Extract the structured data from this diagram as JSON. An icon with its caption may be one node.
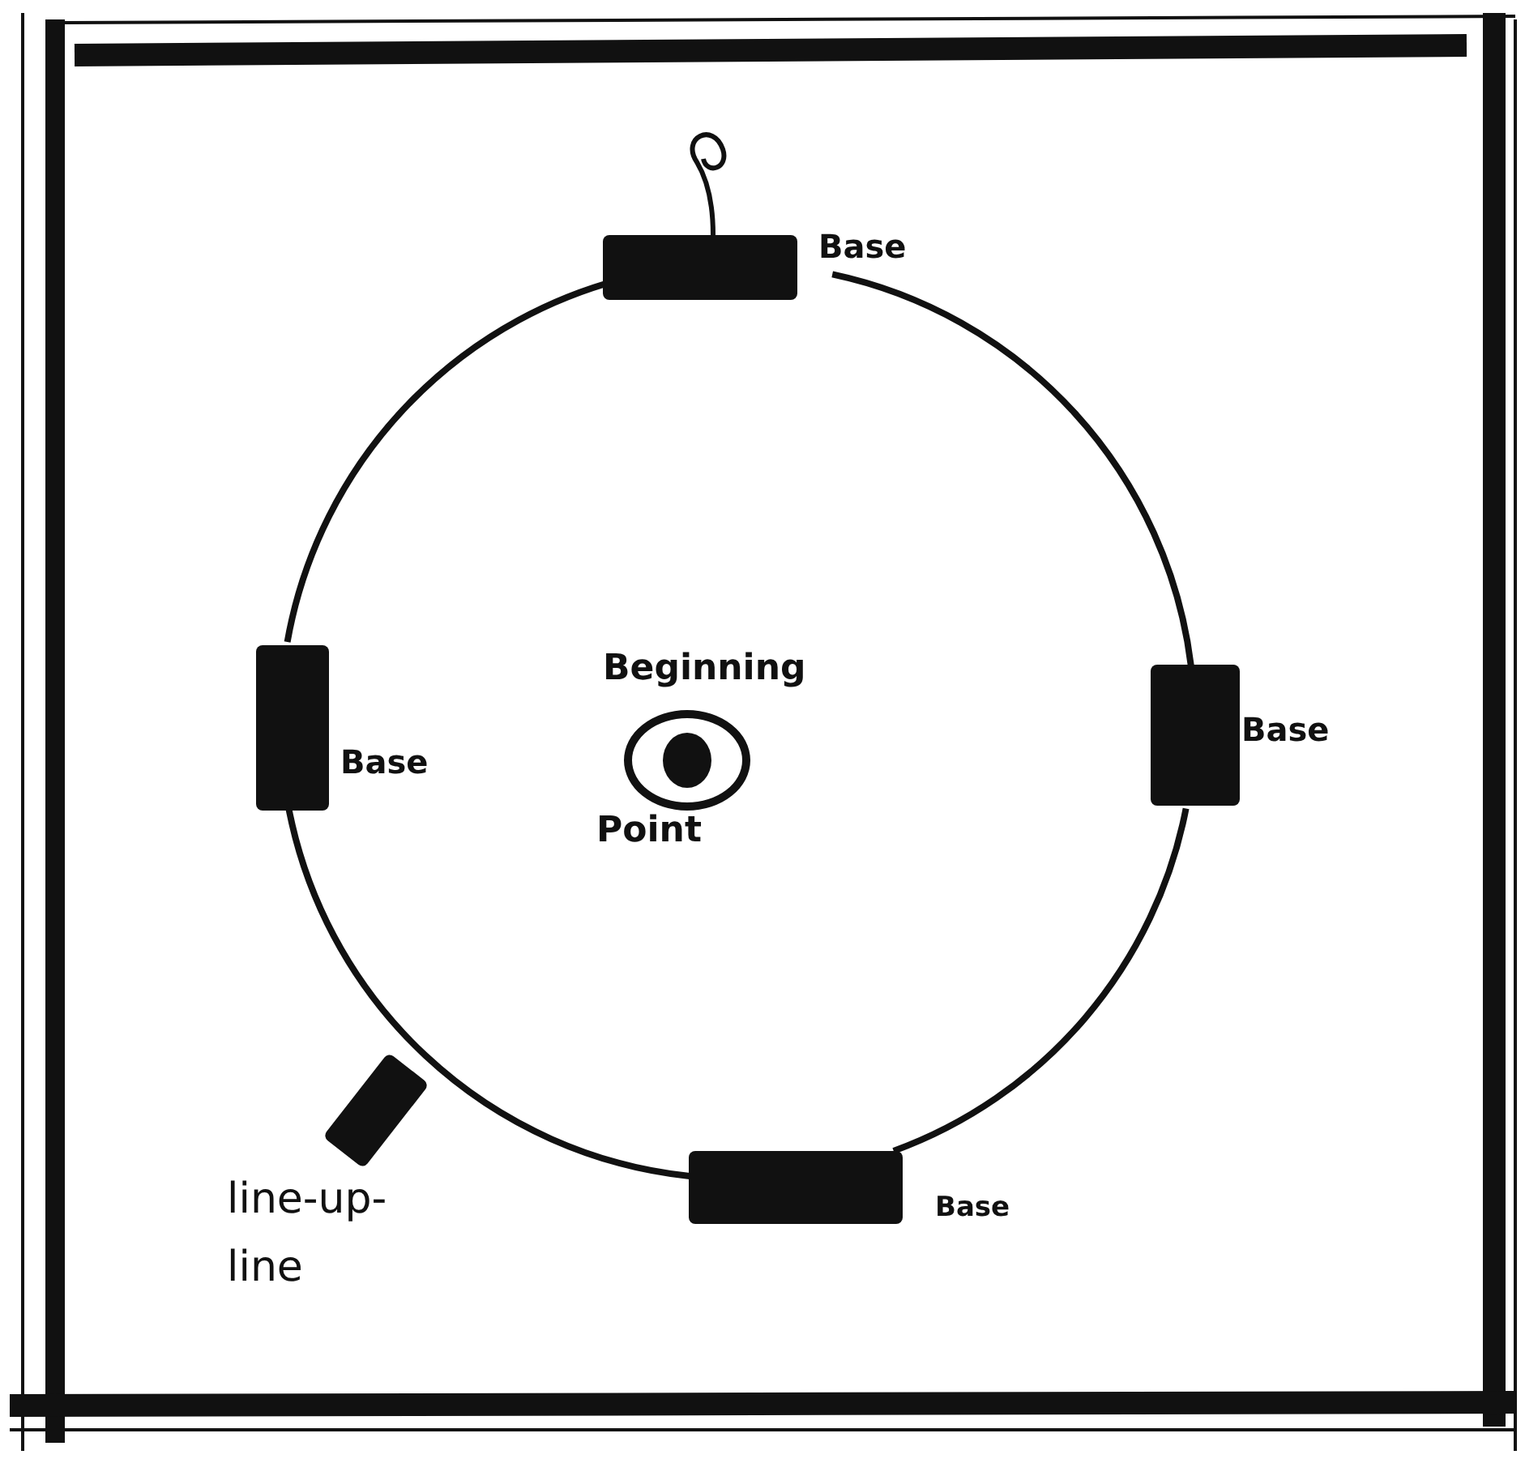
{
  "diagram": {
    "nodes": [
      {
        "text": [],
        "shape": "bar",
        "beside": [
          "Base"
        ]
      },
      {
        "text": [],
        "shape": "bar",
        "beside": [
          "Base"
        ]
      },
      {
        "text": [],
        "shape": "circle",
        "beside": [
          "Beginning",
          "Point"
        ]
      },
      {
        "text": [],
        "shape": "bar",
        "beside": [
          "Base"
        ]
      },
      {
        "text": [],
        "shape": "bar",
        "beside": [
          "line-up- line"
        ]
      },
      {
        "text": [],
        "shape": "bar",
        "beside": [
          "Base"
        ]
      }
    ],
    "edges": [
      {
        "from": 0,
        "to": 3,
        "arrow": "none"
      },
      {
        "from": 3,
        "to": 5,
        "arrow": "none"
      },
      {
        "from": 5,
        "to": 1,
        "arrow": "none"
      },
      {
        "from": 1,
        "to": 0,
        "arrow": "none"
      }
    ]
  }
}
